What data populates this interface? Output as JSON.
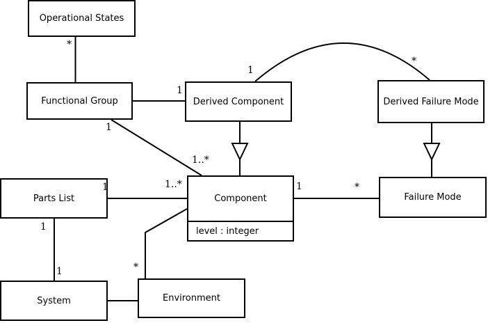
{
  "diagram_type": "uml-class-diagram",
  "colors": {
    "stroke": "#000000",
    "box_fill": "#ffffff",
    "background": "#ffffff",
    "text": "#000000"
  },
  "nodes": {
    "operational_states": "Operational States",
    "functional_group": "Functional Group",
    "derived_component": "Derived Component",
    "derived_failure_mode": "Derived Failure Mode",
    "parts_list": "Parts List",
    "component": "Component",
    "component_attribute": "level : integer",
    "failure_mode": "Failure Mode",
    "system": "System",
    "environment": "Environment"
  },
  "multiplicities": {
    "operational_states_end": "*",
    "fg_to_dc": "1",
    "fg_to_component_src": "1",
    "fg_to_component_dst": "1..*",
    "dc_arc_src": "1",
    "dfm_arc_dst": "*",
    "pl_to_component_src": "1",
    "pl_to_component_dst": "1..*",
    "component_to_fm_src": "1",
    "component_to_fm_dst": "*",
    "pl_to_system_src": "1",
    "pl_to_system_dst": "1",
    "component_to_env_dst": "*"
  }
}
